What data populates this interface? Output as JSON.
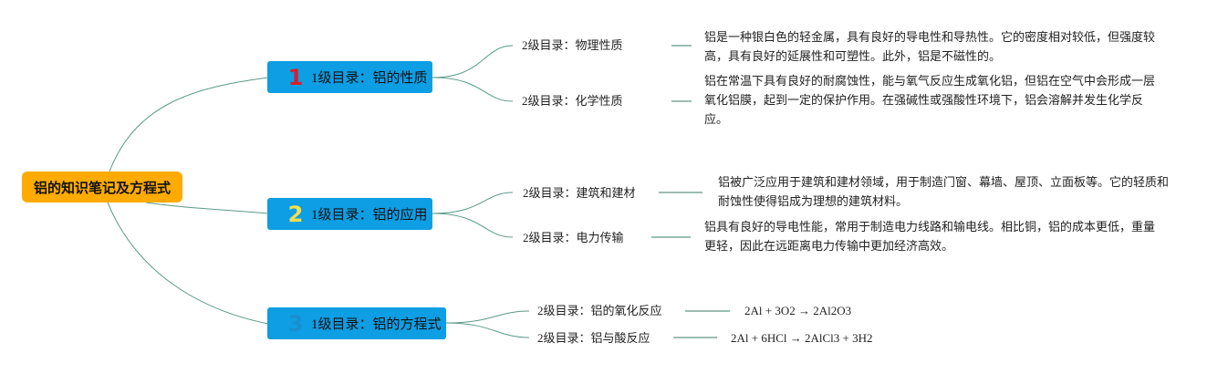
{
  "root": {
    "title": "铝的知识笔记及方程式"
  },
  "colors": {
    "root": "#fdab00",
    "level1": "#0d9ee4",
    "link": "#5a9a8a",
    "badge1": "#d81e2c",
    "badge2": "#f4e04d",
    "badge3": "#1a8fd0"
  },
  "branches": [
    {
      "badge": "1",
      "label": "1级目录：铝的性质",
      "children": [
        {
          "label": "2级目录：物理性质",
          "text": "铝是一种银白色的轻金属，具有良好的导电性和导热性。它的密度相对较低，但强度较高，具有良好的延展性和可塑性。此外，铝是不磁性的。"
        },
        {
          "label": "2级目录：化学性质",
          "text": "铝在常温下具有良好的耐腐蚀性，能与氧气反应生成氧化铝，但铝在空气中会形成一层氧化铝膜，起到一定的保护作用。在强碱性或强酸性环境下，铝会溶解并发生化学反应。"
        }
      ]
    },
    {
      "badge": "2",
      "label": "1级目录：铝的应用",
      "children": [
        {
          "label": "2级目录：建筑和建材",
          "text": "铝被广泛应用于建筑和建材领域，用于制造门窗、幕墙、屋顶、立面板等。它的轻质和耐蚀性使得铝成为理想的建筑材料。"
        },
        {
          "label": "2级目录：电力传输",
          "text": "铝具有良好的导电性能，常用于制造电力线路和输电线。相比铜，铝的成本更低，重量更轻，因此在远距离电力传输中更加经济高效。"
        }
      ]
    },
    {
      "badge": "3",
      "label": "1级目录：铝的方程式",
      "children": [
        {
          "label": "2级目录：铝的氧化反应",
          "text": "2Al + 3O2 → 2Al2O3"
        },
        {
          "label": "2级目录：铝与酸反应",
          "text": "2Al + 6HCl → 2AlCl3 + 3H2"
        }
      ]
    }
  ]
}
